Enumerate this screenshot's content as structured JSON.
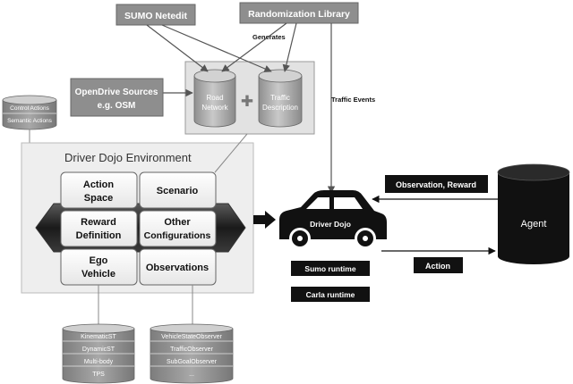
{
  "sources": {
    "sumo_netedit": "SUMO Netedit",
    "randomization_library": "Randomization Library",
    "opendrive_line1": "OpenDrive Sources",
    "opendrive_line2": "e.g. OSM"
  },
  "labels": {
    "generates": "Generates",
    "traffic_events": "Traffic Events"
  },
  "cylinders": {
    "road_network_line1": "Road",
    "road_network_line2": "Network",
    "traffic_desc_line1": "Traffic",
    "traffic_desc_line2": "Description",
    "plus": "✚"
  },
  "actions_stack": [
    "Control Actions",
    "Semantic Actions"
  ],
  "environment": {
    "title": "Driver Dojo Environment",
    "cells": {
      "action_space_1": "Action",
      "action_space_2": "Space",
      "scenario": "Scenario",
      "reward_def_1": "Reward",
      "reward_def_2": "Definition",
      "other_conf_1": "Other",
      "other_conf_2": "Configurations",
      "ego_vehicle_1": "Ego",
      "ego_vehicle_2": "Vehicle",
      "observations": "Observations"
    }
  },
  "car_label": "Driver Dojo",
  "runtimes": [
    "Sumo runtime",
    "Carla runtime"
  ],
  "observation_reward": "Observation, Reward",
  "action": "Action",
  "agent": "Agent",
  "vehicle_models": [
    "KinematicST",
    "DynamicST",
    "Multi-body",
    "TPS"
  ],
  "observers": [
    "VehicleStateObserver",
    "TrafficObserver",
    "SubGoalObserver",
    "..."
  ]
}
